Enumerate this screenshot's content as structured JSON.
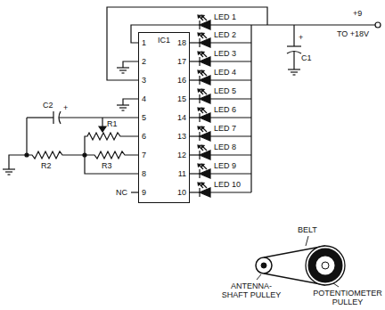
{
  "diagram": {
    "nodes": [
      {
        "text": [
          "IC1"
        ]
      }
    ],
    "labels": [
      "+9",
      "TO +18V",
      "LED 1",
      "LED 2",
      "LED 3",
      "LED 4",
      "LED 5",
      "LED 6",
      "LED 7",
      "LED 8",
      "LED 9",
      "LED 10",
      "C1",
      "+",
      "C2",
      "+",
      "R1",
      "R2",
      "R3",
      "NC",
      "1",
      "2",
      "3",
      "4",
      "5",
      "6",
      "7",
      "8",
      "9",
      "10",
      "11",
      "12",
      "13",
      "14",
      "15",
      "16",
      "17",
      "18",
      "BELT",
      "ANTENNA-SHAFT PULLEY",
      "POTENTIOMETER PULLEY"
    ]
  }
}
